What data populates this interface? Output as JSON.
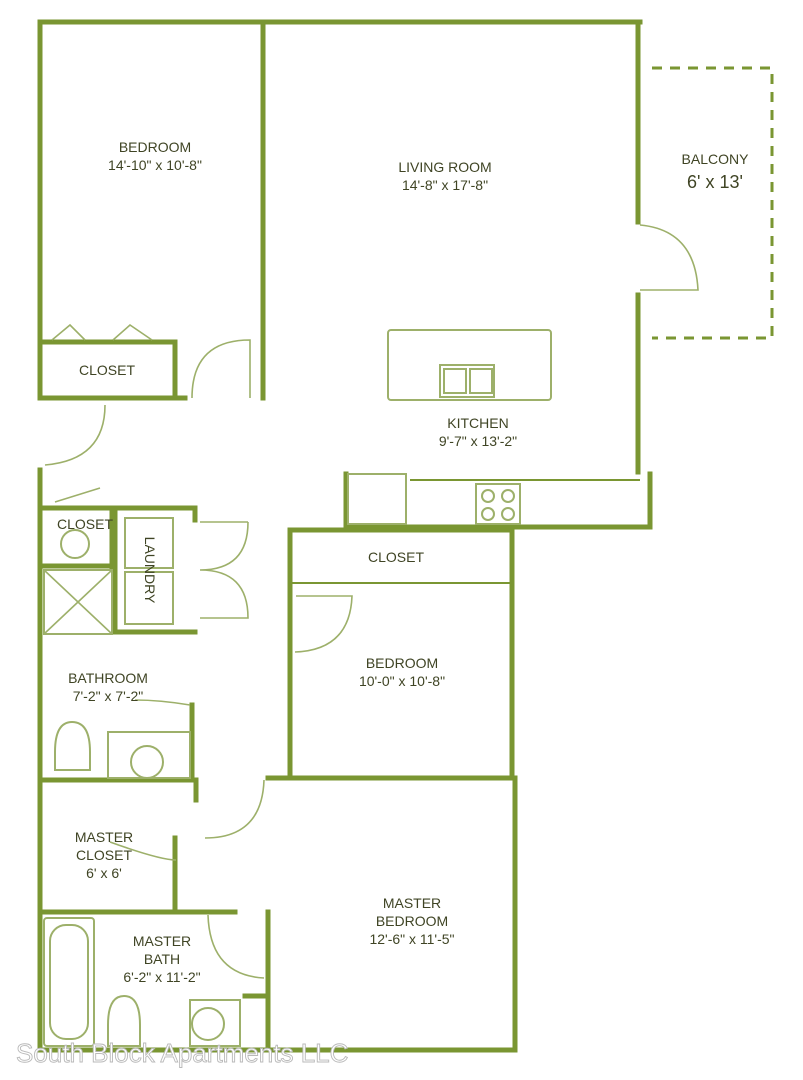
{
  "rooms": {
    "bedroom1": {
      "name": "BEDROOM",
      "size": "14'-10\" x 10'-8\""
    },
    "living": {
      "name": "LIVING ROOM",
      "size": "14'-8\" x 17'-8\""
    },
    "balcony": {
      "name": "BALCONY",
      "size": "6' x 13'"
    },
    "closet1": {
      "name": "CLOSET"
    },
    "kitchen": {
      "name": "KITCHEN",
      "size": "9'-7\" x 13'-2\""
    },
    "closet2": {
      "name": "CLOSET"
    },
    "laundry": {
      "name": "LAUNDRY"
    },
    "closet3": {
      "name": "CLOSET"
    },
    "bedroom2": {
      "name": "BEDROOM",
      "size": "10'-0\" x 10'-8\""
    },
    "bathroom": {
      "name": "BATHROOM",
      "size": "7'-2\" x 7'-2\""
    },
    "master_closet": {
      "name1": "MASTER",
      "name2": "CLOSET",
      "size": "6' x 6'"
    },
    "master_bedroom": {
      "name1": "MASTER",
      "name2": "BEDROOM",
      "size": "12'-6\" x 11'-5\""
    },
    "master_bath": {
      "name1": "MASTER",
      "name2": "BATH",
      "size": "6'-2\" x 11'-2\""
    }
  },
  "watermark": "South Block Apartments LLC",
  "colors": {
    "wall": "#7a9632",
    "fixture": "#9db06a",
    "text": "#3f4424"
  }
}
